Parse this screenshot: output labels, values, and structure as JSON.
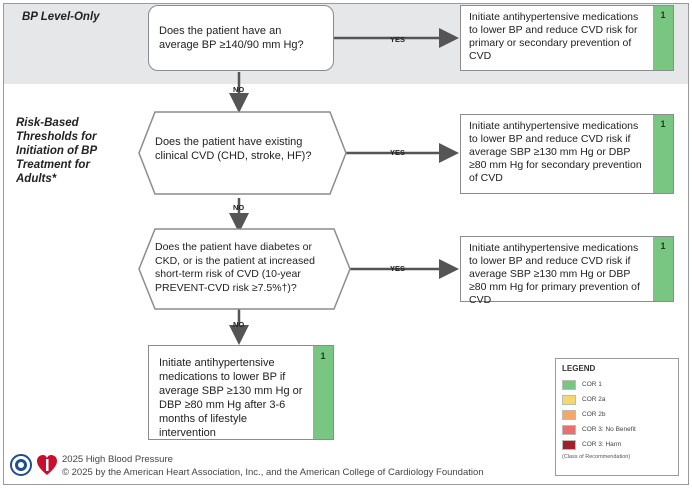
{
  "sections": {
    "bp_level_only": "BP Level-Only",
    "risk_based": [
      "Risk-Based",
      "Thresholds for",
      "Initiation of BP",
      "Treatment for",
      "Adults*"
    ]
  },
  "questions": [
    "Does the patient have an average BP ≥140/90 mm Hg?",
    "Does the patient have existing clinical CVD (CHD, stroke, HF)?",
    "Does the patient have diabetes or CKD, or is the patient at increased short-term risk of CVD (10-year PREVENT-CVD risk ≥7.5%†)?"
  ],
  "actions": [
    {
      "text": "Initiate antihypertensive medications to lower BP and reduce CVD risk for primary or secondary prevention of CVD",
      "cor": "1"
    },
    {
      "text": "Initiate antihypertensive medications to lower BP and reduce CVD risk if average SBP ≥130 mm Hg or DBP ≥80 mm Hg for secondary prevention of CVD",
      "cor": "1"
    },
    {
      "text": "Initiate antihypertensive medications to lower BP and reduce CVD risk if average SBP ≥130 mm Hg or DBP ≥80 mm Hg for primary prevention of CVD",
      "cor": "1"
    },
    {
      "text": "Initiate antihypertensive medications to lower BP if average SBP ≥130 mm Hg or DBP ≥80 mm Hg after 3-6 months of lifestyle intervention",
      "cor": "1"
    }
  ],
  "connectors": {
    "yes": "YES",
    "no": "NO"
  },
  "legend": {
    "title": "LEGEND",
    "items": [
      {
        "label": "COR 1",
        "color": "#79c683"
      },
      {
        "label": "COR 2a",
        "color": "#f5d76e"
      },
      {
        "label": "COR 2b",
        "color": "#f3a867"
      },
      {
        "label": "COR 3: No Benefit",
        "color": "#ea6f6f"
      },
      {
        "label": "COR 3: Harm",
        "color": "#a31f2a"
      }
    ],
    "footnote": "(Class of Recommendation)"
  },
  "footer": {
    "title": "2025 High Blood Pressure",
    "copyright": "© 2025 by the American Heart Association, Inc., and the American College of Cardiology Foundation"
  },
  "colors": {
    "cor1": "#79c683",
    "band": "#e6e7e8",
    "border": "#8c8c8c",
    "arrow": "#555555"
  }
}
